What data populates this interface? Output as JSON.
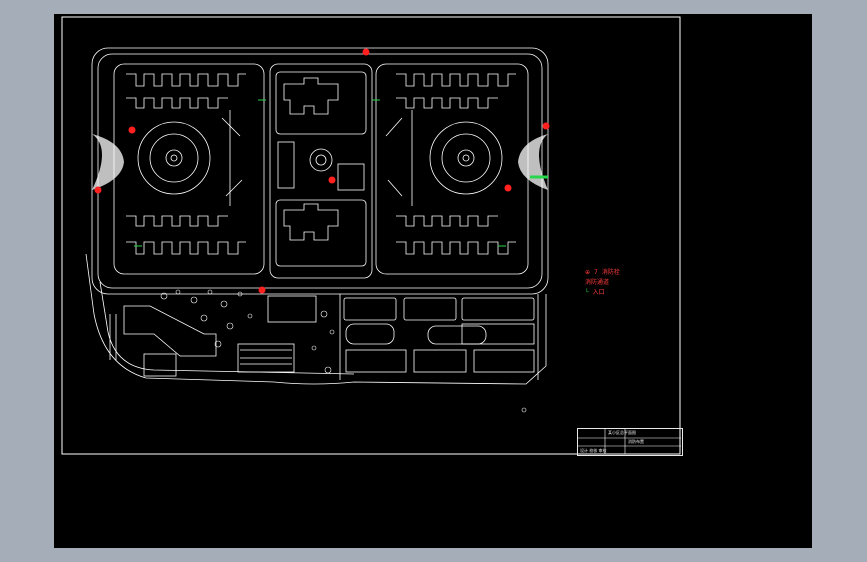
{
  "drawing": {
    "background": "#000000",
    "line_color": "#ffffff",
    "markers": {
      "fire_color": "#ff2020",
      "entry_color": "#27d64a"
    }
  },
  "legend": [
    {
      "icon": "fire-hydrant-icon",
      "label": "7",
      "note": "消防栓"
    },
    {
      "icon": "fire-hydrant-icon",
      "label": "消防通道",
      "note": ""
    },
    {
      "icon": "entry-arrow-icon",
      "label": "入口",
      "note": ""
    }
  ],
  "title_block": {
    "title": "某小区总平面图",
    "subtitle": "消防布置",
    "row2": "设计 校核 审核"
  }
}
